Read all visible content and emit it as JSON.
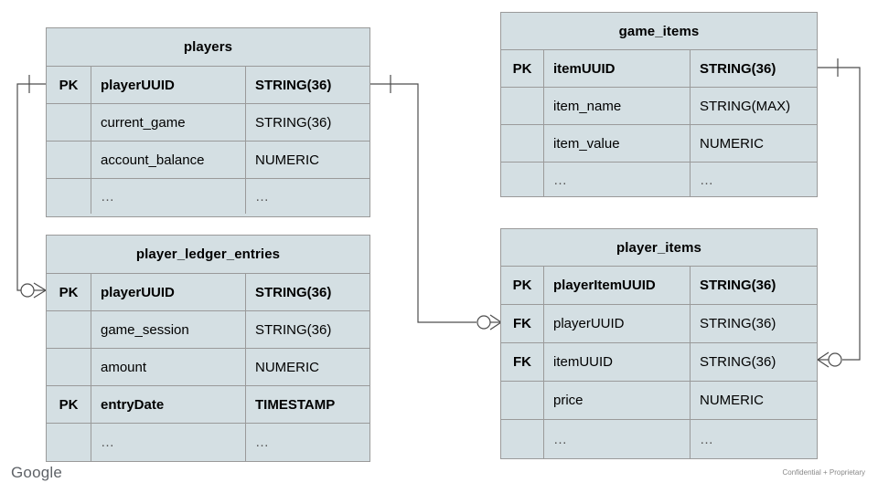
{
  "diagram": {
    "title": "players / game_items ER diagram",
    "fill_color": "#d4dfe3",
    "border_color": "#9a9a9a",
    "connector_color": "#4d4d4d"
  },
  "entities": [
    {
      "id": "players",
      "name": "players",
      "rows": [
        {
          "key": "PK",
          "name": "playerUUID",
          "type": "STRING(36)",
          "pk": true
        },
        {
          "key": "",
          "name": "current_game",
          "type": "STRING(36)",
          "pk": false
        },
        {
          "key": "",
          "name": "account_balance",
          "type": "NUMERIC",
          "pk": false
        },
        {
          "key": "",
          "name": "…",
          "type": "…",
          "pk": false
        }
      ]
    },
    {
      "id": "player_ledger_entries",
      "name": "player_ledger_entries",
      "rows": [
        {
          "key": "PK",
          "name": "playerUUID",
          "type": "STRING(36)",
          "pk": true
        },
        {
          "key": "",
          "name": "game_session",
          "type": "STRING(36)",
          "pk": false
        },
        {
          "key": "",
          "name": "amount",
          "type": "NUMERIC",
          "pk": false
        },
        {
          "key": "PK",
          "name": "entryDate",
          "type": "TIMESTAMP",
          "pk": true
        },
        {
          "key": "",
          "name": "…",
          "type": "…",
          "pk": false
        }
      ]
    },
    {
      "id": "game_items",
      "name": "game_items",
      "rows": [
        {
          "key": "PK",
          "name": "itemUUID",
          "type": "STRING(36)",
          "pk": true
        },
        {
          "key": "",
          "name": "item_name",
          "type": "STRING(MAX)",
          "pk": false
        },
        {
          "key": "",
          "name": "item_value",
          "type": "NUMERIC",
          "pk": false
        },
        {
          "key": "",
          "name": "…",
          "type": "…",
          "pk": false
        }
      ]
    },
    {
      "id": "player_items",
      "name": "player_items",
      "rows": [
        {
          "key": "PK",
          "name": "playerItemUUID",
          "type": "STRING(36)",
          "pk": true
        },
        {
          "key": "FK",
          "name": "playerUUID",
          "type": "STRING(36)",
          "pk": false
        },
        {
          "key": "FK",
          "name": "itemUUID",
          "type": "STRING(36)",
          "pk": false
        },
        {
          "key": "",
          "name": "price",
          "type": "NUMERIC",
          "pk": false
        },
        {
          "key": "",
          "name": "…",
          "type": "…",
          "pk": false
        }
      ]
    }
  ],
  "relationships": [
    {
      "id": "players-to-ledger",
      "from": "players.playerUUID",
      "to": "player_ledger_entries.playerUUID",
      "from_cardinality": "one",
      "to_cardinality": "zero-or-many"
    },
    {
      "id": "players-to-player-items",
      "from": "players.playerUUID",
      "to": "player_items.playerUUID",
      "from_cardinality": "one",
      "to_cardinality": "zero-or-many"
    },
    {
      "id": "game-items-to-player-items",
      "from": "game_items.itemUUID",
      "to": "player_items.itemUUID",
      "from_cardinality": "one",
      "to_cardinality": "zero-or-many"
    }
  ],
  "footer": {
    "logo": "Google",
    "confidential": "Confidential + Proprietary"
  }
}
